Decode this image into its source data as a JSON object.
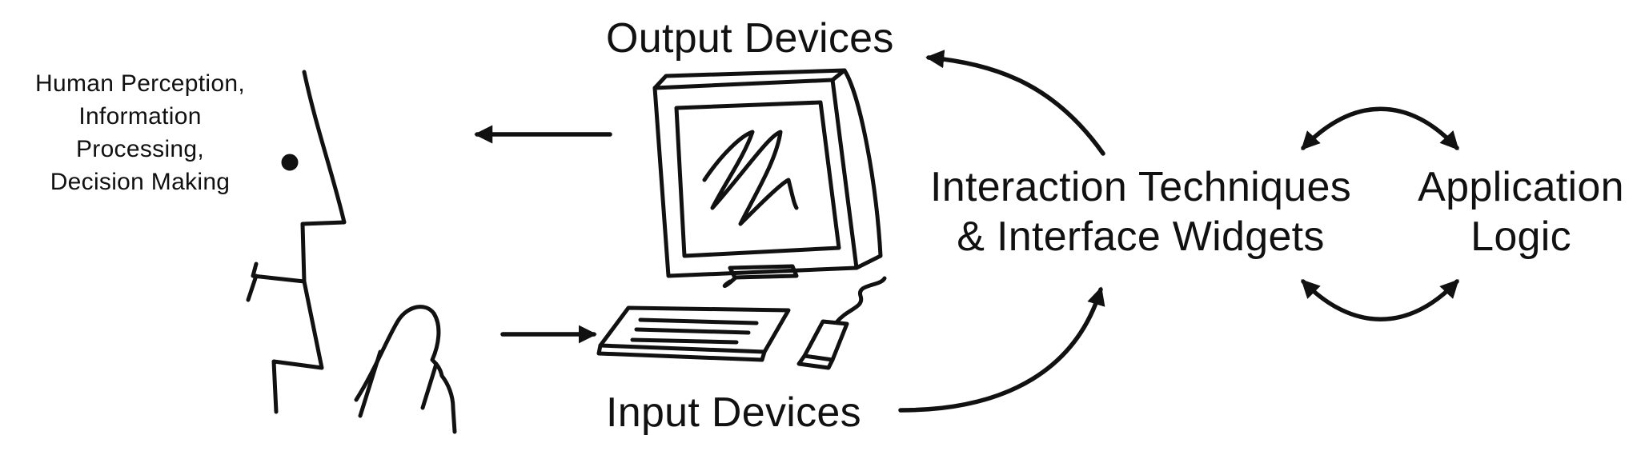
{
  "labels": {
    "output_devices": "Output Devices",
    "input_devices": "Input Devices",
    "human": [
      "Human Perception,",
      "Information",
      "Processing,",
      "Decision Making"
    ],
    "interaction": [
      "Interaction Techniques",
      "& Interface Widgets"
    ],
    "application": [
      "Application",
      "Logic"
    ]
  },
  "colors": {
    "ink": "#111111",
    "background": "#ffffff"
  }
}
